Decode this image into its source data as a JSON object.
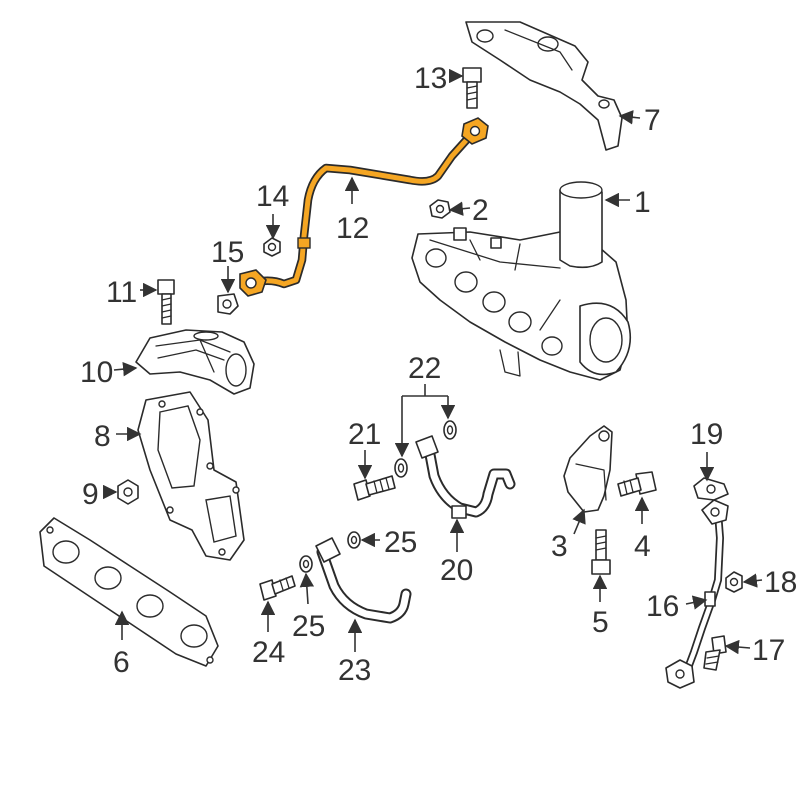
{
  "diagram": {
    "highlight_color": "#f5a623",
    "line_color": "#2b2b2b",
    "callouts": [
      {
        "id": "c1",
        "label": "1"
      },
      {
        "id": "c2",
        "label": "2"
      },
      {
        "id": "c3",
        "label": "3"
      },
      {
        "id": "c4",
        "label": "4"
      },
      {
        "id": "c5",
        "label": "5"
      },
      {
        "id": "c6",
        "label": "6"
      },
      {
        "id": "c7",
        "label": "7"
      },
      {
        "id": "c8",
        "label": "8"
      },
      {
        "id": "c9",
        "label": "9"
      },
      {
        "id": "c10",
        "label": "10"
      },
      {
        "id": "c11",
        "label": "11"
      },
      {
        "id": "c12",
        "label": "12"
      },
      {
        "id": "c13",
        "label": "13"
      },
      {
        "id": "c14",
        "label": "14"
      },
      {
        "id": "c15",
        "label": "15"
      },
      {
        "id": "c16",
        "label": "16"
      },
      {
        "id": "c17",
        "label": "17"
      },
      {
        "id": "c18",
        "label": "18"
      },
      {
        "id": "c19",
        "label": "19"
      },
      {
        "id": "c20",
        "label": "20"
      },
      {
        "id": "c21",
        "label": "21"
      },
      {
        "id": "c22",
        "label": "22"
      },
      {
        "id": "c23",
        "label": "23"
      },
      {
        "id": "c24",
        "label": "24"
      },
      {
        "id": "c25a",
        "label": "25"
      },
      {
        "id": "c25b",
        "label": "25"
      }
    ]
  }
}
